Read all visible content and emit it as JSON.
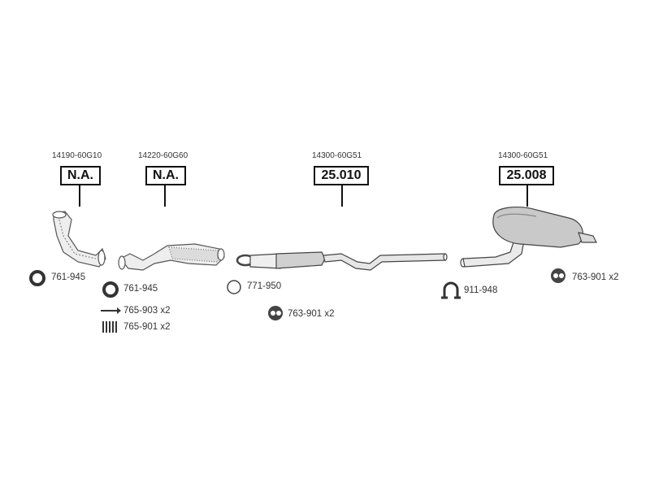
{
  "sections": [
    {
      "part_number": "14190-60G10",
      "reference": "N.A."
    },
    {
      "part_number": "14220-60G60",
      "reference": "N.A."
    },
    {
      "part_number": "14300-60G51",
      "reference": "25.010"
    },
    {
      "part_number": "14300-60G51",
      "reference": "25.008"
    }
  ],
  "accessories": [
    {
      "code": "761-945",
      "icon": "gasket-ring-icon"
    },
    {
      "code": "761-945",
      "icon": "gasket-ring-icon"
    },
    {
      "code": "765-903 x2",
      "icon": "bolt-icon"
    },
    {
      "code": "765-901 x2",
      "icon": "spring-icon"
    },
    {
      "code": "771-950",
      "icon": "o-ring-icon"
    },
    {
      "code": "763-901 x2",
      "icon": "rubber-hanger-icon"
    },
    {
      "code": "911-948",
      "icon": "clamp-icon"
    },
    {
      "code": "763-901 x2",
      "icon": "rubber-hanger-icon"
    }
  ]
}
